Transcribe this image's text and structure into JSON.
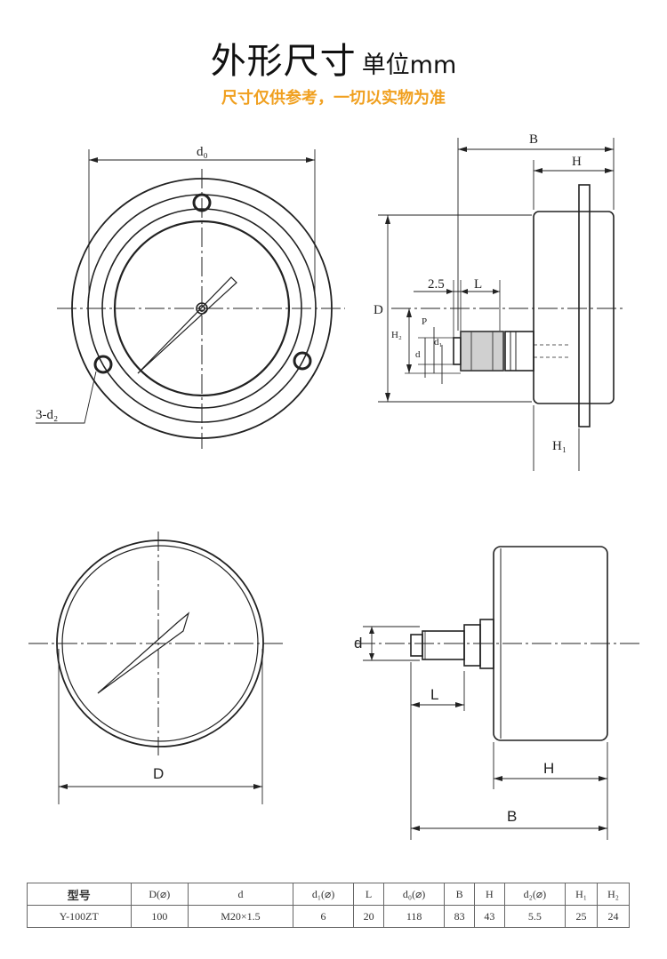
{
  "header": {
    "title": "外形尺寸",
    "unit": "单位mm",
    "subtitle": "尺寸仅供参考，一切以实物为准"
  },
  "labels": {
    "d0": "d₀",
    "three_d2": "3-d₂",
    "B": "B",
    "H": "H",
    "D": "D",
    "dim_2_5": "2.5",
    "L": "L",
    "H2": "H₂",
    "P": "P",
    "d": "d",
    "d1": "d₁",
    "H1": "H₁"
  },
  "table": {
    "headers": [
      "型号",
      "D(⌀)",
      "d",
      "d₁(⌀)",
      "L",
      "d₀(⌀)",
      "B",
      "H",
      "d₂(⌀)",
      "H₁",
      "H₂"
    ],
    "rows": [
      [
        "Y-100ZT",
        "100",
        "M20×1.5",
        "6",
        "20",
        "118",
        "83",
        "43",
        "5.5",
        "25",
        "24"
      ]
    ]
  }
}
